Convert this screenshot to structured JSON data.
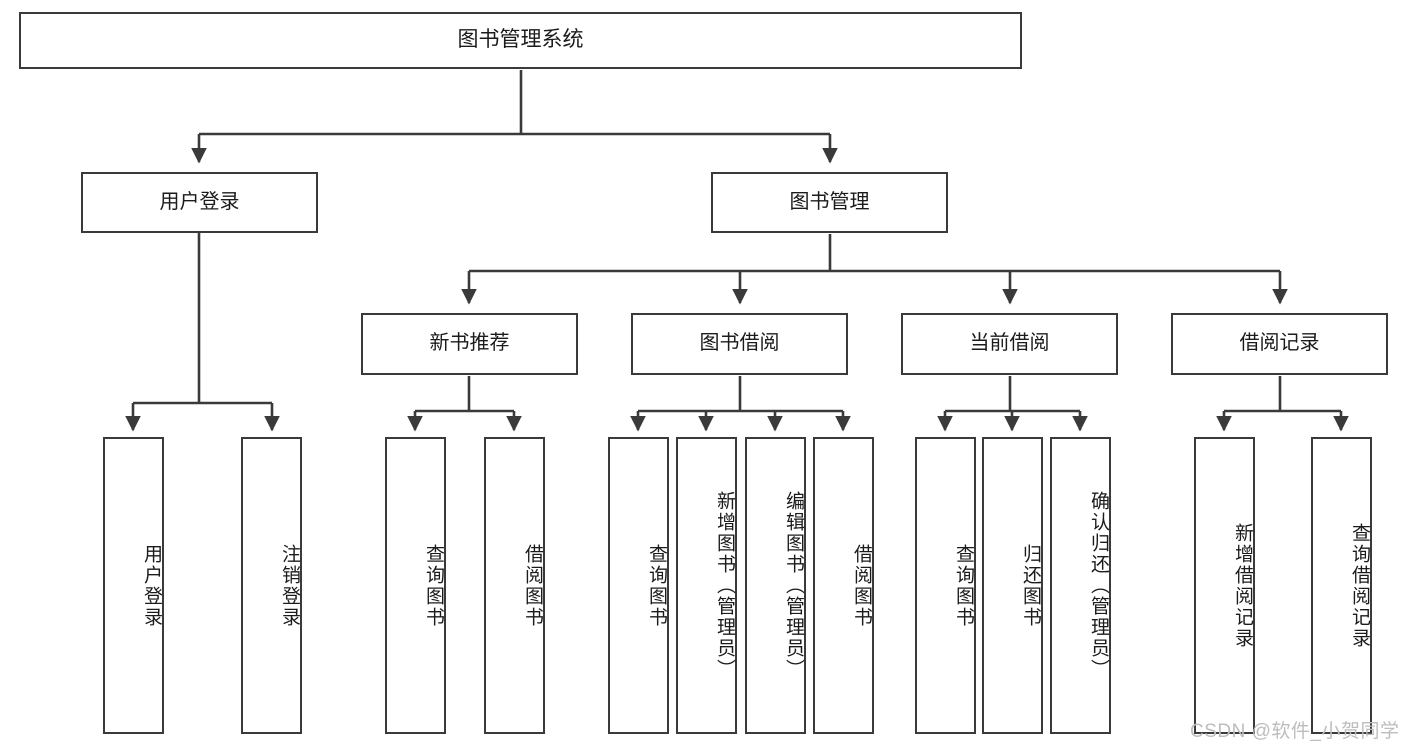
{
  "diagram": {
    "title": "图书管理系统",
    "type": "tree-hierarchy-chart",
    "root": {
      "label": "图书管理系统"
    },
    "level2": [
      {
        "label": "用户登录"
      },
      {
        "label": "图书管理"
      }
    ],
    "level3": [
      {
        "label": "新书推荐"
      },
      {
        "label": "图书借阅"
      },
      {
        "label": "当前借阅"
      },
      {
        "label": "借阅记录"
      }
    ],
    "leaves": {
      "user_login": [
        {
          "label": "用户登录"
        },
        {
          "label": "注销登录"
        }
      ],
      "new_book": [
        {
          "label": "查询图书"
        },
        {
          "label": "借阅图书"
        }
      ],
      "book_borrow": [
        {
          "label": "查询图书"
        },
        {
          "label": "新增图书（管理员）"
        },
        {
          "label": "编辑图书（管理员）"
        },
        {
          "label": "借阅图书"
        }
      ],
      "current_borrow": [
        {
          "label": "查询图书"
        },
        {
          "label": "归还图书"
        },
        {
          "label": "确认归还（管理员）"
        }
      ],
      "borrow_record": [
        {
          "label": "新增借阅记录"
        },
        {
          "label": "查询借阅记录"
        }
      ]
    }
  },
  "watermark": {
    "text": "CSDN @软件_小贺同学"
  },
  "colors": {
    "stroke": "#3a3a3a",
    "text": "#1b1b1b",
    "background": "#ffffff",
    "watermark": "#bdbdbd"
  }
}
